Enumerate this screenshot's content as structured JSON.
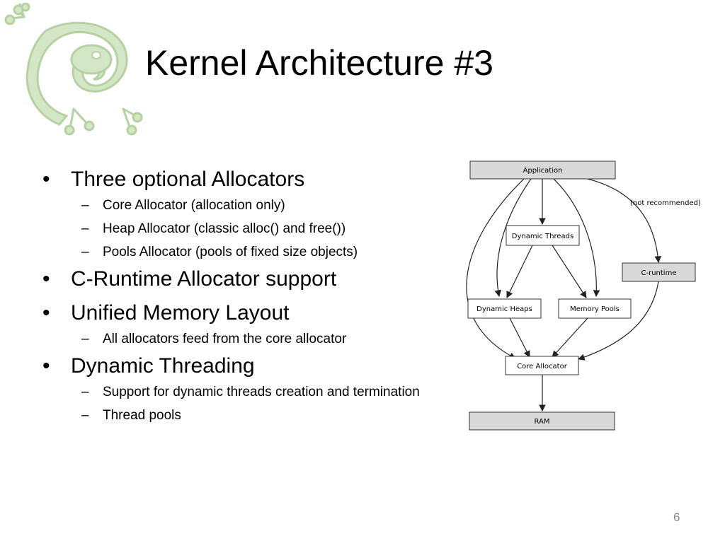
{
  "slide": {
    "title": "Kernel Architecture #3",
    "page_number": "6"
  },
  "bullets": [
    {
      "text": "Three optional Allocators",
      "sub": [
        "Core Allocator (allocation only)",
        "Heap Allocator (classic alloc() and free())",
        "Pools Allocator (pools of fixed size objects)"
      ]
    },
    {
      "text": "C-Runtime Allocator support",
      "sub": []
    },
    {
      "text": "Unified Memory Layout",
      "sub": [
        "All allocators feed from the core allocator"
      ]
    },
    {
      "text": "Dynamic Threading",
      "sub": [
        "Support for dynamic threads creation and termination",
        "Thread pools"
      ]
    }
  ],
  "diagram": {
    "nodes": {
      "application": "Application",
      "dynamic_threads": "Dynamic Threads",
      "c_runtime": "C-runtime",
      "dynamic_heaps": "Dynamic Heaps",
      "memory_pools": "Memory Pools",
      "core_allocator": "Core Allocator",
      "ram": "RAM"
    },
    "annotation": "(not recommended)",
    "edges": [
      [
        "application",
        "dynamic_threads"
      ],
      [
        "application",
        "dynamic_heaps"
      ],
      [
        "application",
        "memory_pools"
      ],
      [
        "application",
        "core_allocator"
      ],
      [
        "application",
        "c_runtime"
      ],
      [
        "dynamic_threads",
        "dynamic_heaps"
      ],
      [
        "dynamic_threads",
        "memory_pools"
      ],
      [
        "dynamic_heaps",
        "core_allocator"
      ],
      [
        "memory_pools",
        "core_allocator"
      ],
      [
        "c_runtime",
        "core_allocator"
      ],
      [
        "core_allocator",
        "ram"
      ]
    ],
    "colors": {
      "grey_box": "#d9d9d9",
      "white_box": "#ffffff"
    }
  },
  "logo": {
    "icon": "gecko-logo-icon",
    "color": "#c9dfb8"
  }
}
